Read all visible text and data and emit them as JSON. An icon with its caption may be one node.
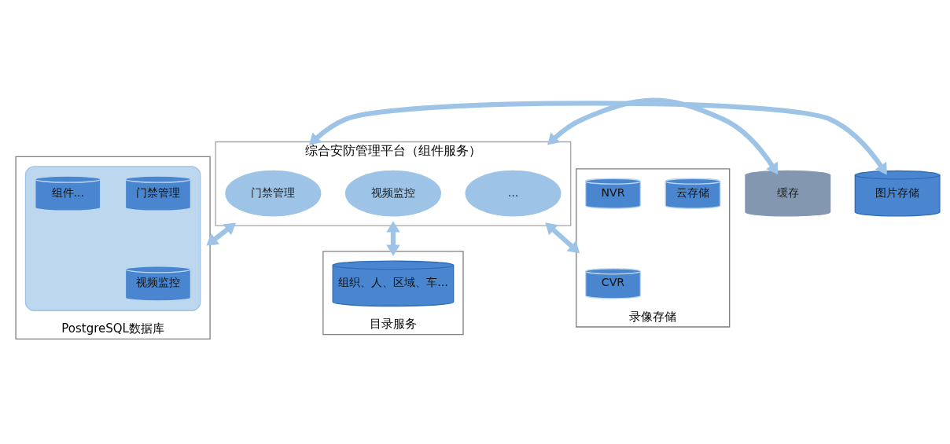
{
  "diagram": {
    "nodes": [
      {
        "text": [
          "综合安防管理平台（组件服务）"
        ]
      },
      {
        "text": [
          "视频监控"
        ],
        "in": 0
      },
      {
        "text": [
          "门禁管理"
        ],
        "in": 0
      },
      {
        "text": [
          "..."
        ],
        "in": 0
      },
      {
        "text": [
          "缓存"
        ]
      },
      {
        "text": [
          "图片存储"
        ]
      },
      {
        "text": [
          "目录服务"
        ]
      },
      {
        "text": [
          "组织、人、区域、车..."
        ],
        "in": 6
      },
      {
        "text": [
          "PostgreSQL数据库"
        ]
      },
      {
        "text": [],
        "shape": "cylinder",
        "in": 8
      },
      {
        "text": [
          "视频监控"
        ],
        "in": 9
      },
      {
        "text": [
          "门禁管理"
        ],
        "in": 9
      },
      {
        "text": [
          "组件..."
        ],
        "in": 9
      },
      {
        "text": [
          "录像存储"
        ]
      },
      {
        "text": [
          "CVR"
        ],
        "in": 13
      },
      {
        "text": [
          "云存储"
        ],
        "in": 13
      },
      {
        "text": [
          "NVR"
        ],
        "in": 13
      }
    ],
    "edges": [
      {
        "from": 0,
        "to": 4,
        "arrow": "both"
      },
      {
        "from": 0,
        "to": 5,
        "arrow": "both"
      },
      {
        "from": 0,
        "to": 6,
        "arrow": "both"
      },
      {
        "from": 0,
        "to": 8,
        "arrow": "both"
      },
      {
        "from": 0,
        "to": 13,
        "arrow": "both"
      }
    ]
  }
}
